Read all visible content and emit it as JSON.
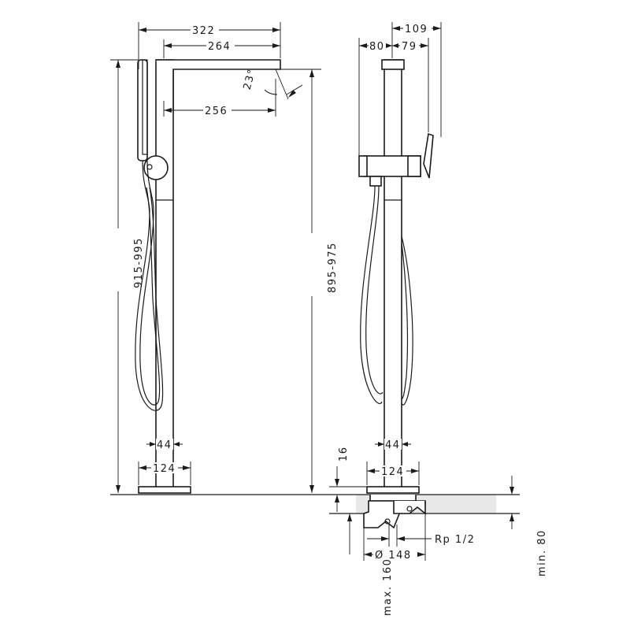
{
  "dimensions": {
    "overall_width": "322",
    "spout_reach": "264",
    "spout_to_hose": "256",
    "spout_angle": "23°",
    "height_with_shower": "915-995",
    "spout_height": "895-975",
    "column_diameter_left": "44",
    "base_width_left": "124",
    "handle_depth": "109",
    "rear_offset": "80",
    "front_offset": "79",
    "column_diameter_right": "44",
    "base_width_right": "124",
    "plate_thickness": "16",
    "connection": "Rp 1/2",
    "flange_diameter": "Ø 148",
    "max_depth": "max. 160",
    "min_depth": "min. 80"
  },
  "colors": {
    "line": "#1a1a1a",
    "floor": "#e8e8e8",
    "background": "#ffffff"
  }
}
